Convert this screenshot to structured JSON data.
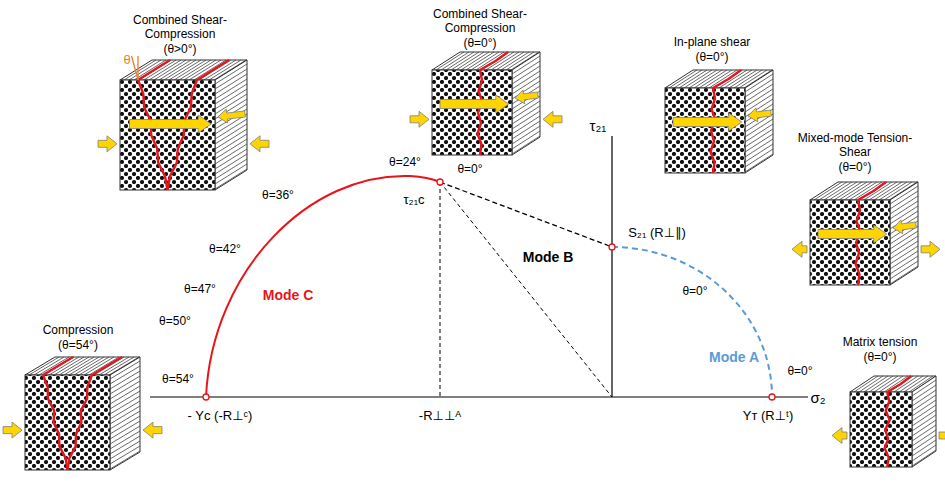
{
  "diagram": {
    "nodes": [
      {
        "text": [
          "Combined Shear-Compression",
          "(θ>0°)"
        ]
      },
      {
        "text": [
          "Combined Shear-Compression",
          "(θ=0°)"
        ]
      },
      {
        "text": [
          "In-plane shear",
          "(θ=0°)"
        ]
      },
      {
        "text": [
          "Mixed-mode Tension-Shear",
          "(θ=0°)"
        ]
      },
      {
        "text": [
          "Compression",
          "(θ=54°)"
        ]
      },
      {
        "text": [
          "Matrix tension",
          "(θ=0°)"
        ]
      }
    ],
    "labels": [
      "θ",
      "θ=36°",
      "θ=24°",
      "θ=0°",
      "θ=42°",
      "θ=47°",
      "θ=50°",
      "θ=54°",
      "Mode C",
      "τ₂₁ᴄ",
      "Mode B",
      "τ₂₁",
      "S₂₁ (R⊥∥)",
      "θ=0°",
      "Mode A",
      "θ=0°",
      "- Yᴄ (-R⊥ᶜ)",
      "-R⊥⊥ᴬ",
      "Yᴛ (R⊥ᵗ)",
      "σ₂"
    ]
  }
}
